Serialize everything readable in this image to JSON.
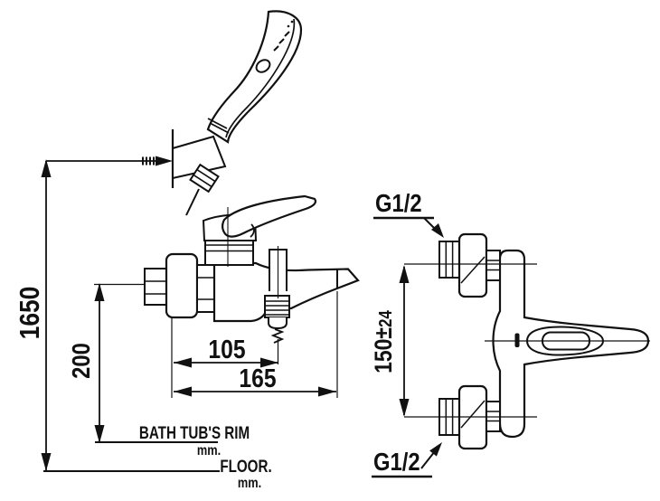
{
  "diagram": {
    "kind": "technical installation drawing",
    "subject": "wall-mounted bath and shower mixer faucet with hand shower, front and side views"
  },
  "dimensions": {
    "floor_to_shower_bracket": "1650",
    "rim_to_faucet_center": "200",
    "center_to_diverter": "105",
    "center_to_spout_end": "165",
    "inlet_center_distance": "150±",
    "inlet_center_tolerance": "24"
  },
  "labels": {
    "top_inlet_thread": "G1/2",
    "bottom_inlet_thread": "G1/2",
    "bath_tub_rim": "BATH TUB'S RIM",
    "bath_tub_rim_unit": "mm.",
    "floor": "FLOOR.",
    "floor_unit": "mm."
  },
  "colors": {
    "line": "#111111",
    "background": "#ffffff"
  }
}
